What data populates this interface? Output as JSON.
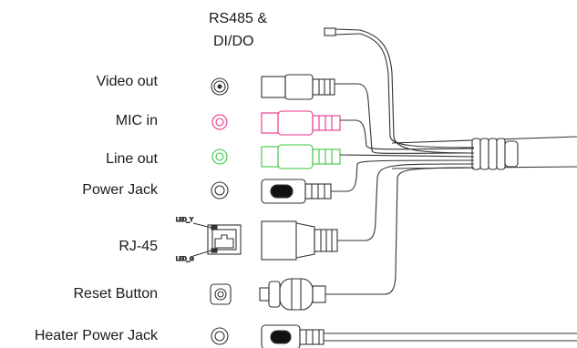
{
  "header": {
    "line1": "RS485 &",
    "line2": "DI/DO"
  },
  "connectors": [
    {
      "id": "video",
      "label": "Video out"
    },
    {
      "id": "mic",
      "label": "MIC in",
      "color": "#e8338c"
    },
    {
      "id": "lineout",
      "label": "Line out",
      "color": "#3fc63f"
    },
    {
      "id": "power",
      "label": "Power Jack"
    },
    {
      "id": "rj45",
      "label": "RJ-45",
      "led_top": "LED_Y",
      "led_bottom": "LED_G"
    },
    {
      "id": "reset",
      "label": "Reset Button"
    },
    {
      "id": "heater",
      "label": "Heater Power Jack"
    }
  ]
}
